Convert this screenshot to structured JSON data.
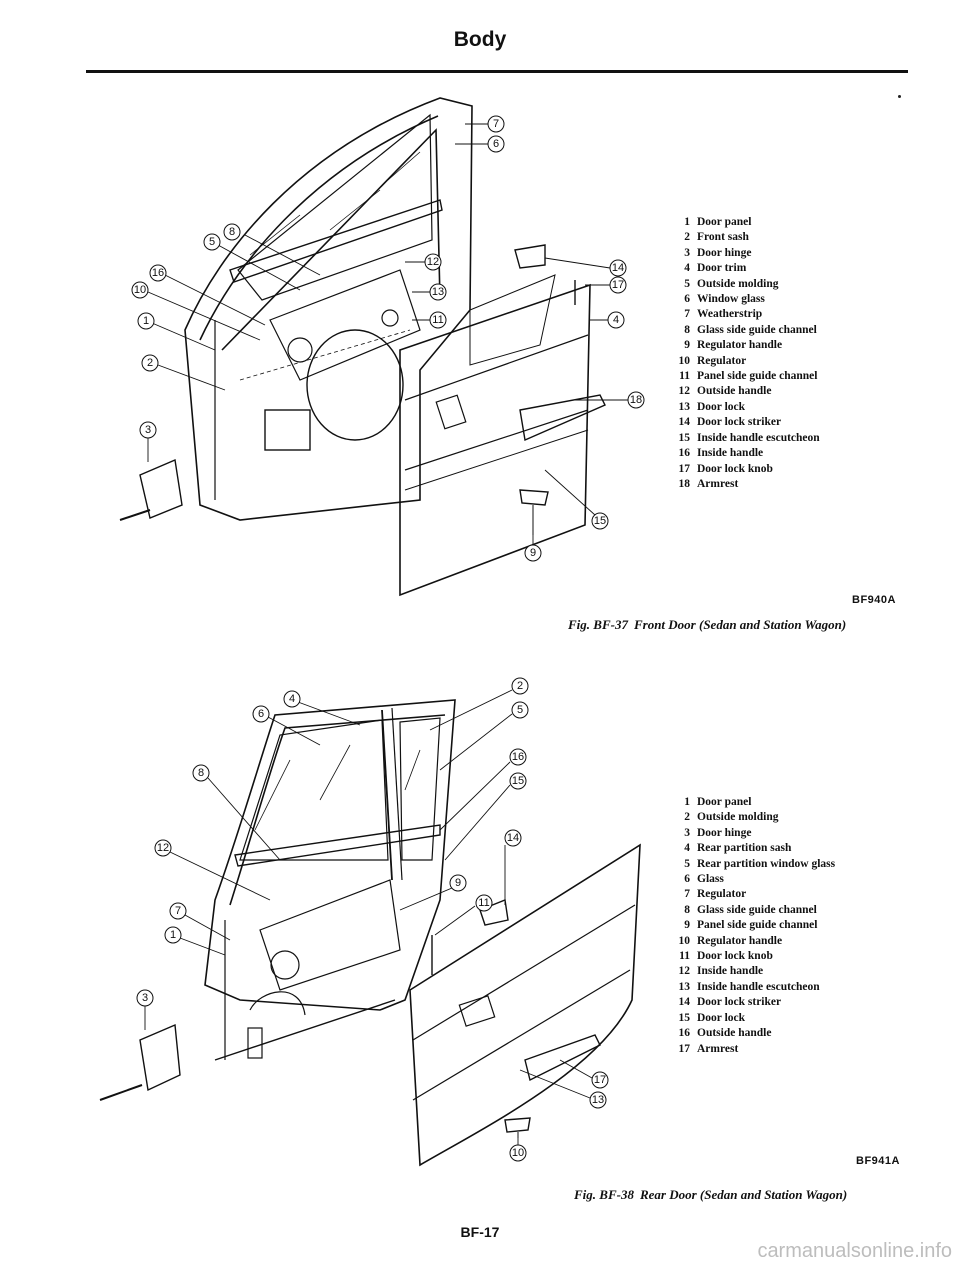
{
  "page": {
    "header": "Body",
    "page_number": "BF-17",
    "watermark": "carmanualsonline.info"
  },
  "figure_front": {
    "code": "BF940A",
    "caption_number": "Fig. BF-37",
    "caption_title": "Front Door (Sedan and Station Wagon)",
    "legend": [
      {
        "num": "1",
        "label": "Door panel"
      },
      {
        "num": "2",
        "label": "Front sash"
      },
      {
        "num": "3",
        "label": "Door hinge"
      },
      {
        "num": "4",
        "label": "Door trim"
      },
      {
        "num": "5",
        "label": "Outside molding"
      },
      {
        "num": "6",
        "label": "Window glass"
      },
      {
        "num": "7",
        "label": "Weatherstrip"
      },
      {
        "num": "8",
        "label": "Glass side guide channel"
      },
      {
        "num": "9",
        "label": "Regulator handle"
      },
      {
        "num": "10",
        "label": "Regulator"
      },
      {
        "num": "11",
        "label": "Panel side guide channel"
      },
      {
        "num": "12",
        "label": "Outside handle"
      },
      {
        "num": "13",
        "label": "Door lock"
      },
      {
        "num": "14",
        "label": "Door lock striker"
      },
      {
        "num": "15",
        "label": "Inside handle escutcheon"
      },
      {
        "num": "16",
        "label": "Inside handle"
      },
      {
        "num": "17",
        "label": "Door lock knob"
      },
      {
        "num": "18",
        "label": "Armrest"
      }
    ]
  },
  "figure_rear": {
    "code": "BF941A",
    "caption_number": "Fig. BF-38",
    "caption_title": "Rear Door (Sedan and Station Wagon)",
    "legend": [
      {
        "num": "1",
        "label": "Door panel"
      },
      {
        "num": "2",
        "label": "Outside molding"
      },
      {
        "num": "3",
        "label": "Door hinge"
      },
      {
        "num": "4",
        "label": "Rear partition sash"
      },
      {
        "num": "5",
        "label": "Rear partition window glass"
      },
      {
        "num": "6",
        "label": "Glass"
      },
      {
        "num": "7",
        "label": "Regulator"
      },
      {
        "num": "8",
        "label": "Glass side guide channel"
      },
      {
        "num": "9",
        "label": "Panel side guide channel"
      },
      {
        "num": "10",
        "label": "Regulator handle"
      },
      {
        "num": "11",
        "label": "Door lock knob"
      },
      {
        "num": "12",
        "label": "Inside handle"
      },
      {
        "num": "13",
        "label": "Inside handle escutcheon"
      },
      {
        "num": "14",
        "label": "Door lock striker"
      },
      {
        "num": "15",
        "label": "Door lock"
      },
      {
        "num": "16",
        "label": "Outside handle"
      },
      {
        "num": "17",
        "label": "Armrest"
      }
    ]
  }
}
